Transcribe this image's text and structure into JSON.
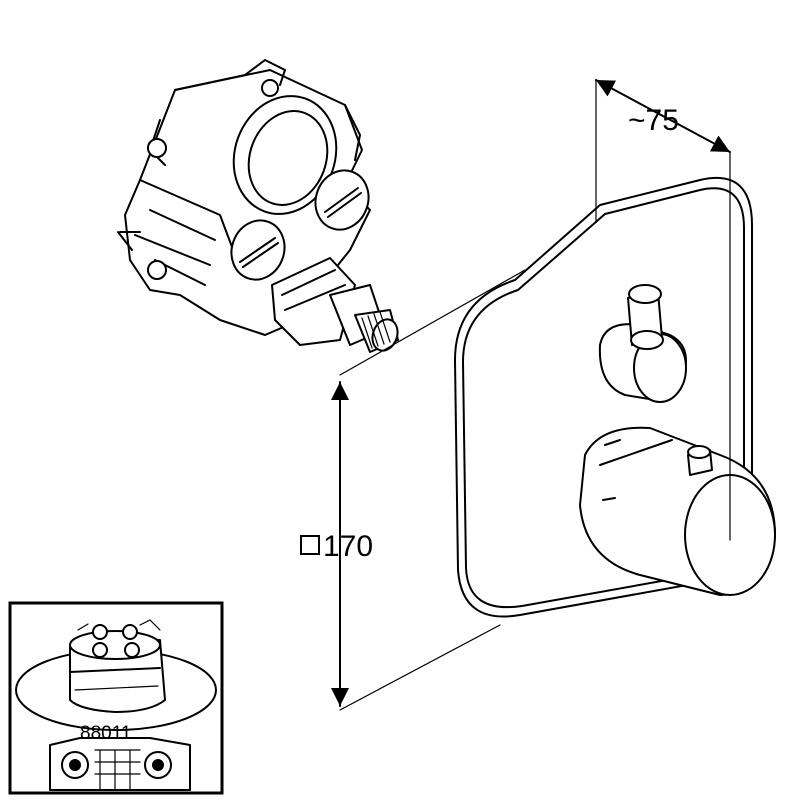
{
  "dimensions": {
    "depth_label": "~75",
    "size_label": "170",
    "size_symbol": "square"
  },
  "inset": {
    "part_number": "88011"
  },
  "colors": {
    "line": "#000000",
    "background": "#ffffff"
  }
}
